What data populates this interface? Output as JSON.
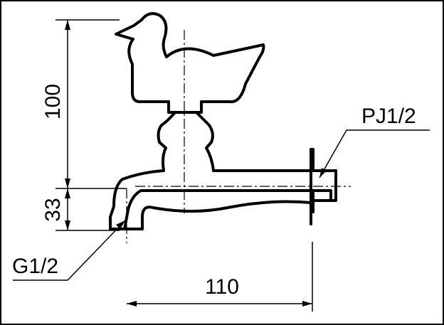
{
  "dimensions": {
    "height_total": "100",
    "height_spout": "33",
    "length": "110"
  },
  "threads": {
    "inlet": "PJ1/2",
    "outlet": "G1/2"
  }
}
